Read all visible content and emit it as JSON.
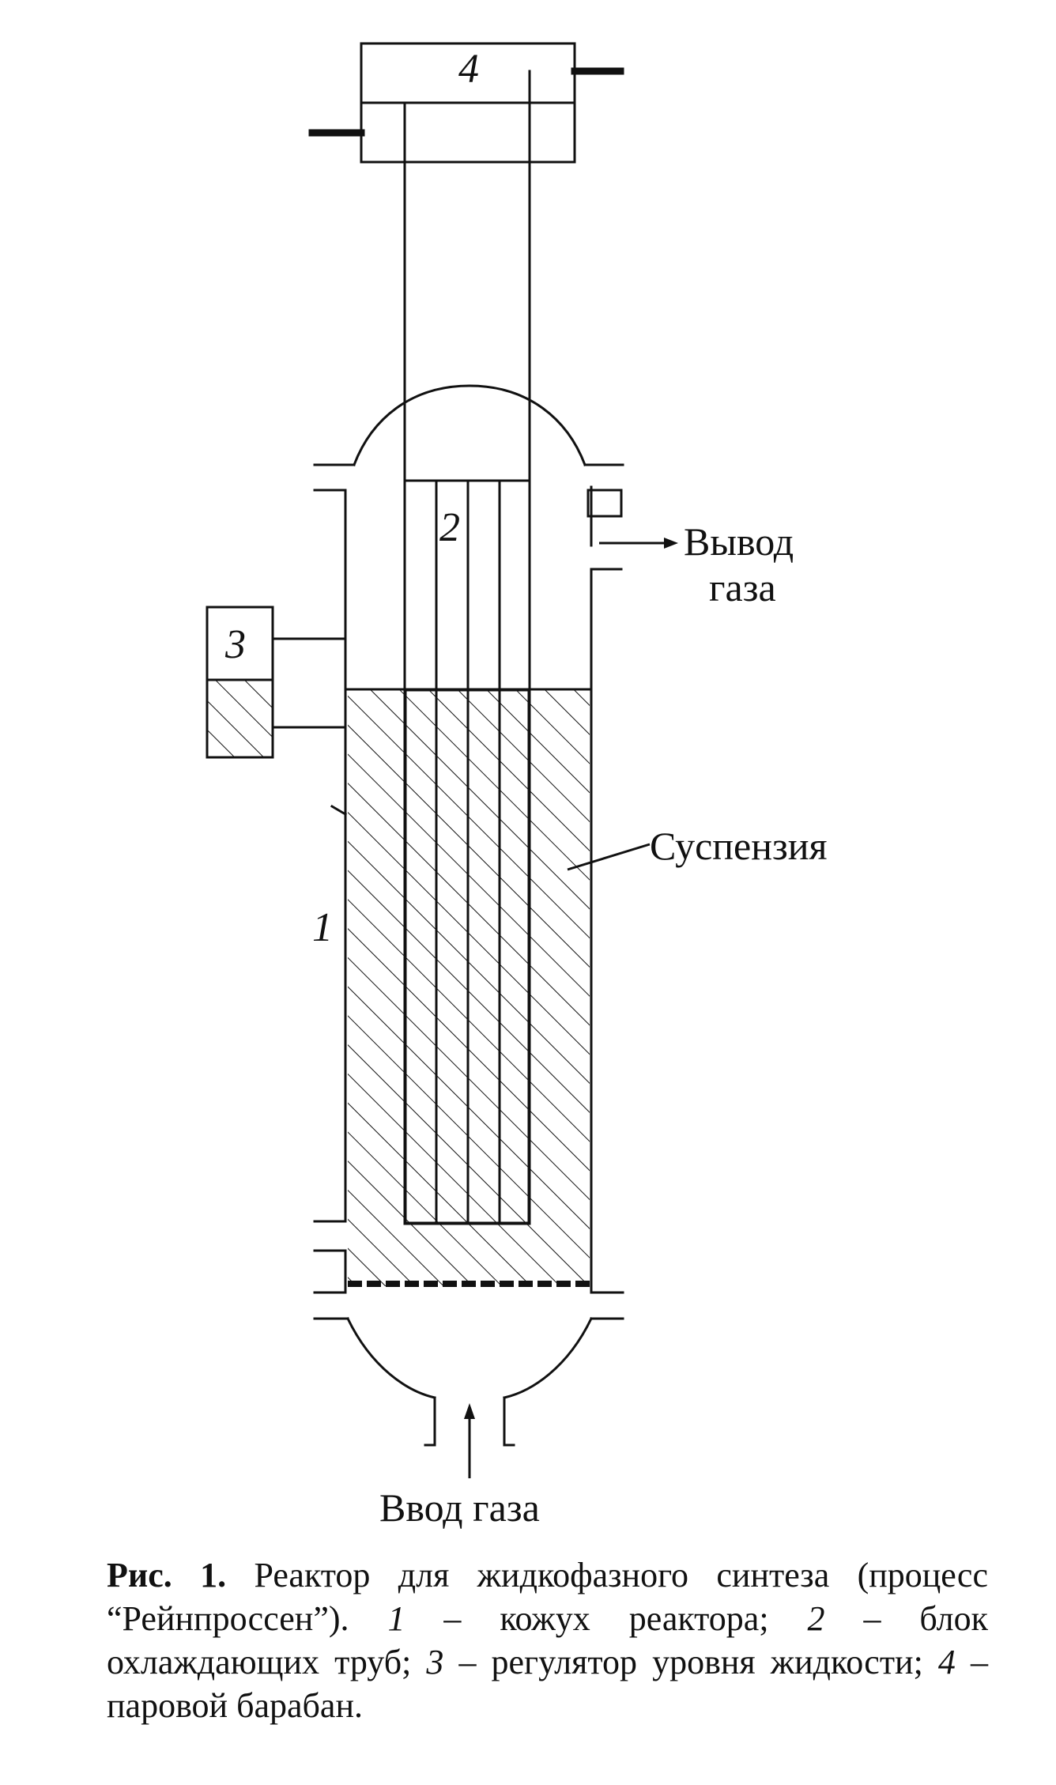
{
  "labels": {
    "n1": "1",
    "n2": "2",
    "n3": "3",
    "n4": "4",
    "gas_out_line1": "Вывод",
    "gas_out_line2": "газа",
    "suspension": "Суспензия",
    "gas_in": "Ввод газа"
  },
  "caption": {
    "fig_no": "Рис. 1.",
    "title": " Реактор для жидкофазного синтеза (процесс “Рейнпроссен”). ",
    "k1": "1",
    "d1": " – кожух реактора; ",
    "k2": "2",
    "d2": " – блок охлаждающих труб; ",
    "k3": "3",
    "d3": " – регулятор уровня жидкости; ",
    "k4": "4",
    "d4": " – паровой барабан."
  },
  "colors": {
    "ink": "#111111",
    "paper": "#ffffff"
  }
}
